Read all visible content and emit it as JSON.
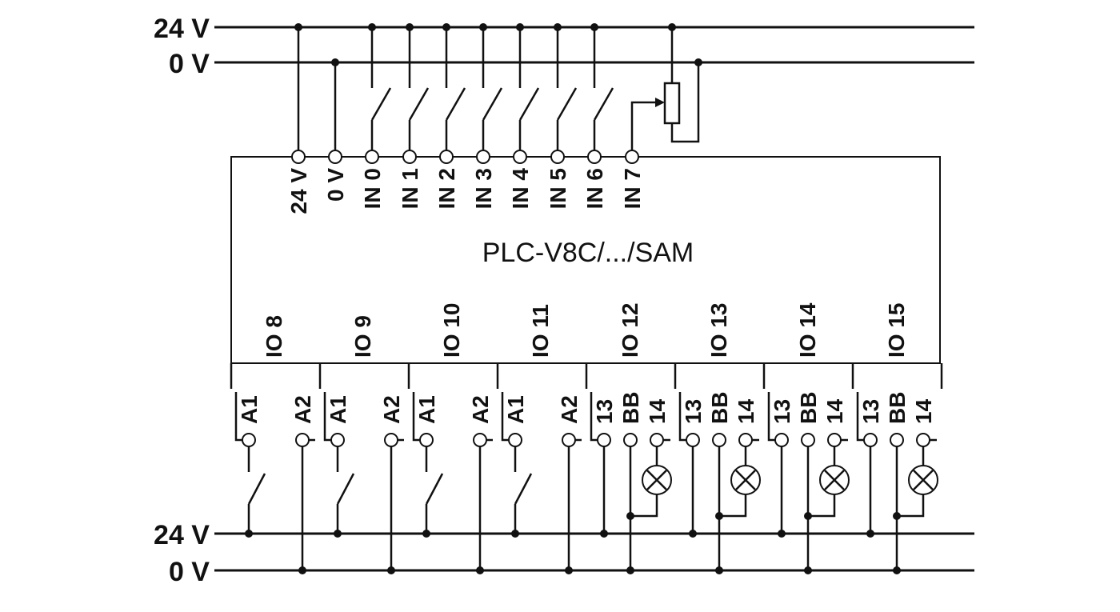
{
  "supply": {
    "top_24v": "24 V",
    "top_0v": "0 V",
    "bottom_24v": "24 V",
    "bottom_0v": "0 V"
  },
  "module": {
    "model": "PLC-V8C/.../SAM",
    "top_terminals": [
      "24 V",
      "0 V",
      "IN 0",
      "IN 1",
      "IN 2",
      "IN 3",
      "IN 4",
      "IN 5",
      "IN 6",
      "IN 7"
    ],
    "io_channels": [
      "IO 8",
      "IO 9",
      "IO 10",
      "IO 11",
      "IO 12",
      "IO 13",
      "IO 14",
      "IO 15"
    ],
    "input_channel_terminals": [
      "A1",
      "A2"
    ],
    "output_channel_terminals": [
      "13",
      "BB",
      "14"
    ]
  },
  "colors": {
    "line": "#111111",
    "background": "#ffffff"
  }
}
